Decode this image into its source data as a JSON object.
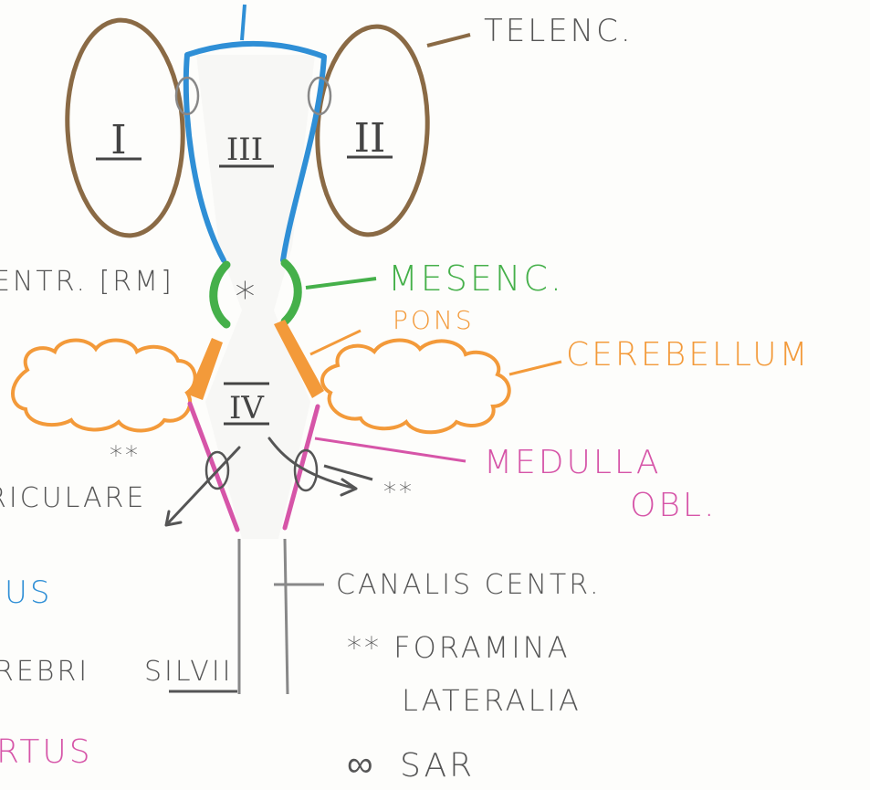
{
  "labels": {
    "telenc": "TELENC.",
    "mesenc": "MESENC.",
    "pons": "PONS",
    "cerebellum": "CEREBELLUM",
    "medulla_line1": "MEDULLA",
    "medulla_line2": "OBL.",
    "canalis_centr": "CANALIS CENTR.",
    "foramina_line1": "** FORAMINA",
    "foramina_line2": "LATERALIA",
    "sar": "SAR",
    "sar_symbol": "∞",
    "left_centr": "ENTR. [RM]",
    "left_apertus": "RTUS",
    "left_blue": "IUS",
    "left_cerebri": "REBRI",
    "left_silvii": "SILVII",
    "left_reticulare": "RICULARE",
    "star_single": "*",
    "star_double_left": "**",
    "star_double_right": "**"
  },
  "ventricles": {
    "first": "I",
    "second": "II",
    "third": "III",
    "fourth": "IV"
  },
  "colors": {
    "telencephalon": "#8a6a45",
    "diencephalon": "#2f8fd6",
    "mesencephalon": "#45b04a",
    "cerebellum": "#f39a3a",
    "medulla": "#d655a8",
    "canal": "#8a8a8a",
    "text_gray": "#555555"
  }
}
